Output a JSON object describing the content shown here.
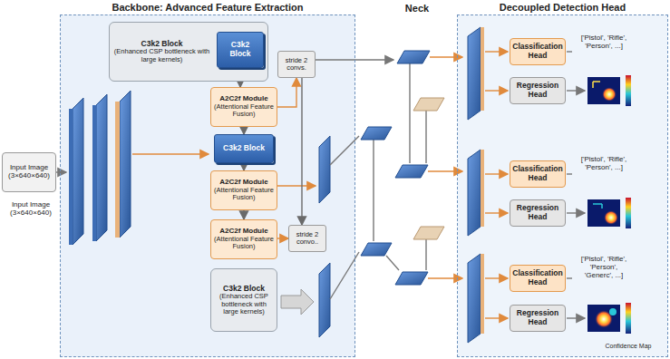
{
  "diagram": {
    "nodes": [
      {
        "text": [
          "Input Image (3×640×640)"
        ]
      },
      {
        "text": [
          "Backbone: Advanced Feature Extraction"
        ]
      },
      {
        "text": [
          "C3k2 Block",
          "(Enhanced CSP bottleneck with large kernels)"
        ],
        "in": 1
      },
      {
        "text": [
          "C3k2 Block"
        ],
        "in": 2
      },
      {
        "text": [
          "A2C2f Module",
          "(Attentional Feature Fusion)"
        ],
        "in": 1
      },
      {
        "text": [
          "stride 2 convs."
        ],
        "in": 1
      },
      {
        "text": [
          "C3k2 Block"
        ],
        "in": 1
      },
      {
        "text": [
          "A2C2f Module",
          "(Attentional Feature Fusion)"
        ],
        "in": 1
      },
      {
        "text": [
          "A2C2f Module",
          "(Attentional Feature Fusion)"
        ],
        "in": 1
      },
      {
        "text": [
          "stride 2 convo.."
        ],
        "in": 1
      },
      {
        "text": [
          "C3k2 Block",
          "(Enhanced CSP bottleneck with large kernels)"
        ],
        "in": 1
      },
      {
        "text": [
          "Decoupled Detection Head"
        ]
      },
      {
        "text": [
          "Classification Head"
        ],
        "in": 11
      },
      {
        "text": [
          "Regression Head"
        ],
        "in": 11
      },
      {
        "text": [
          "Classification Head"
        ],
        "in": 11
      },
      {
        "text": [
          "Regression Head"
        ],
        "in": 11
      },
      {
        "text": [
          "Classification Head"
        ],
        "in": 11
      },
      {
        "text": [
          "Regression Head"
        ],
        "in": 11
      }
    ],
    "edges": [
      {
        "from": 3,
        "to": 4,
        "arrow": "to"
      },
      {
        "from": 4,
        "to": 5,
        "arrow": "to"
      },
      {
        "from": 4,
        "to": 6,
        "arrow": "to"
      },
      {
        "from": 6,
        "to": 7,
        "arrow": "to"
      },
      {
        "from": 7,
        "to": 8,
        "arrow": "to"
      },
      {
        "from": 8,
        "to": 9,
        "arrow": "to"
      },
      {
        "from": 5,
        "to": 9,
        "arrow": "to"
      }
    ],
    "labels": [
      "Neck",
      "Input Image (3×640×640)",
      "['Pistol', 'Rifle', 'Person', ...]",
      "['Pistol', 'Rifle', 'Person', ...]",
      "['Pistol', 'Rifle', 'Person', 'Generc', ...]",
      "Confidence Map"
    ]
  }
}
